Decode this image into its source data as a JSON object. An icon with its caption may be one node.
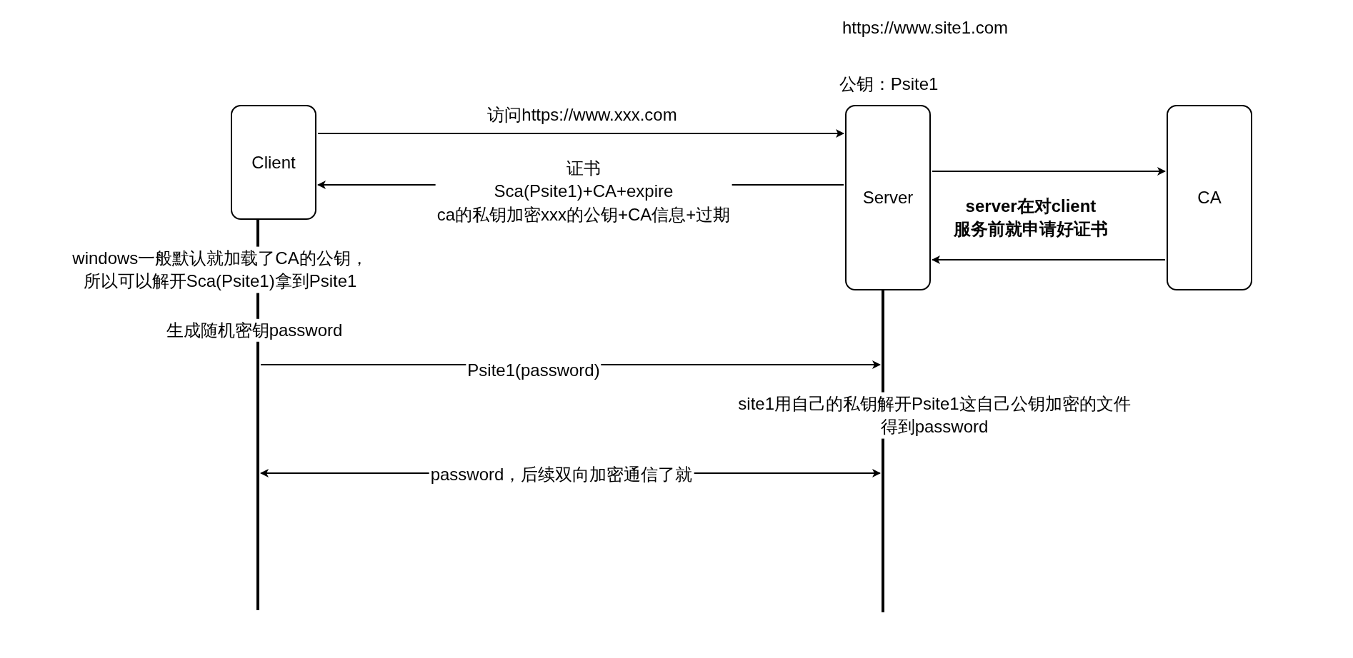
{
  "diagram": {
    "nodes": [
      {
        "text": [
          "Client"
        ]
      },
      {
        "text": [
          "Server"
        ],
        "beside": [
          "https://www.site1.com",
          "公钥：Psite1"
        ]
      },
      {
        "text": [
          "CA"
        ]
      },
      {
        "text": [],
        "shape": "bar"
      },
      {
        "text": [],
        "shape": "bar"
      }
    ],
    "edges": [
      {
        "from": 0,
        "to": 1,
        "arrow": "to",
        "label": "访问https://www.xxx.com"
      },
      {
        "from": 1,
        "to": 0,
        "arrow": "to",
        "label": "证书 Sca(Psite1)+CA+expire ca的私钥加密xxx的公钥+CA信息+过期"
      },
      {
        "from": 1,
        "to": 2,
        "arrow": "to"
      },
      {
        "from": 2,
        "to": 1,
        "arrow": "to"
      },
      {
        "from": 3,
        "to": 4,
        "arrow": "to",
        "label": "Psite1(password)"
      },
      {
        "from": 3,
        "to": 4,
        "arrow": "both",
        "label": "password，后续双向加密通信了就"
      }
    ],
    "labels": [
      "windows一般默认就加载了CA的公钥，所以可以解开Sca(Psite1)拿到Psite1",
      "生成随机密钥password",
      "server在对client 服务前就申请好证书",
      "site1用自己的私钥解开Psite1这自己公钥加密的文件得到password"
    ]
  }
}
